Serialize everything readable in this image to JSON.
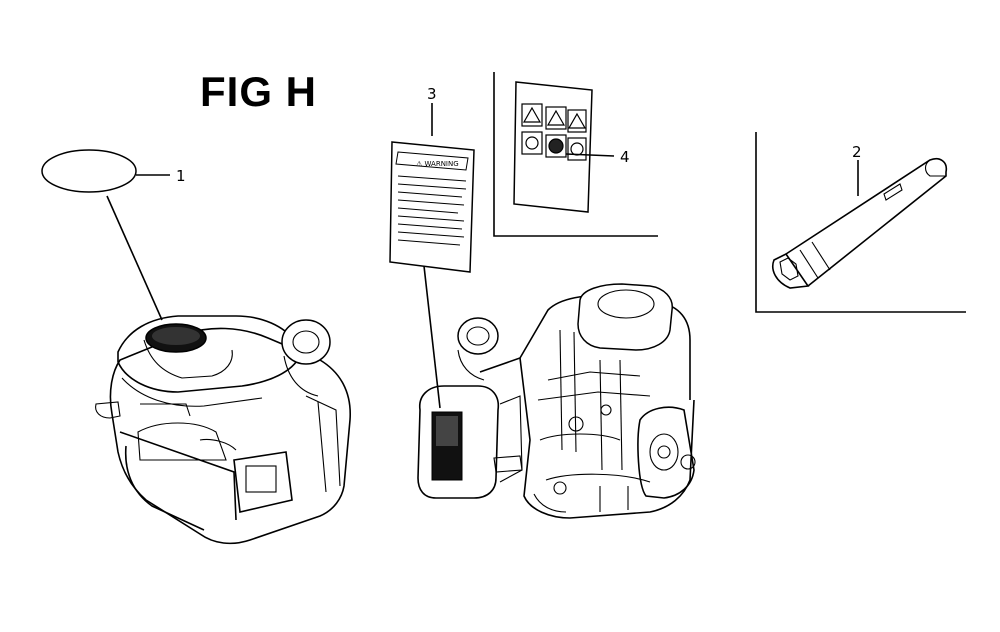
{
  "figure": {
    "title": "FIG H"
  },
  "callouts": [
    {
      "number": "1",
      "part": "cap-label"
    },
    {
      "number": "2",
      "part": "spark-plug-wrench"
    },
    {
      "number": "3",
      "part": "warning-label"
    },
    {
      "number": "4",
      "part": "safety-symbols-label"
    }
  ],
  "label_text": {
    "warning_heading": "⚠ WARNING"
  }
}
